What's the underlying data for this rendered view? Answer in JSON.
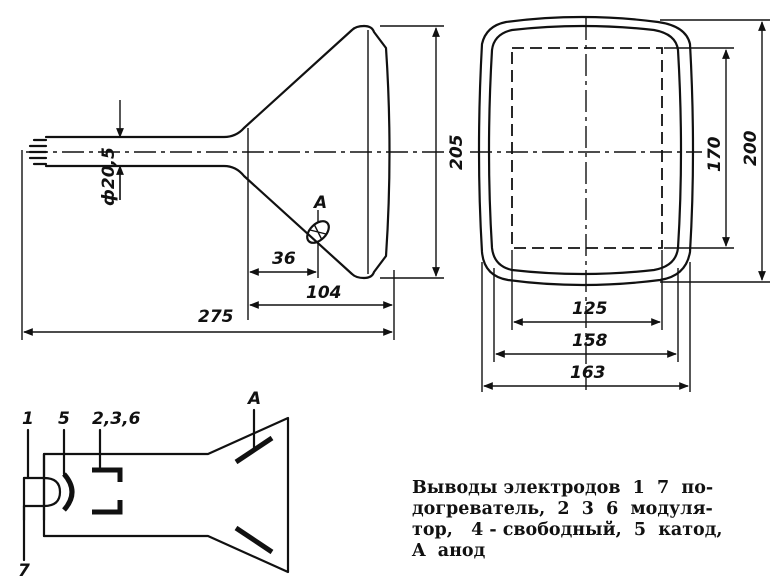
{
  "side_view": {
    "dimensions": {
      "neck_diameter": "ф20,5",
      "height": "205",
      "anode_offset": "36",
      "cone_length": "104",
      "total_length": "275"
    },
    "anode_label": "A"
  },
  "front_view": {
    "dimensions": {
      "screen_height": "170",
      "bulb_height": "200",
      "screen_width": "125",
      "frame_width": "158",
      "bulb_width": "163"
    }
  },
  "schematic": {
    "pin_labels": [
      "1",
      "5",
      "2,3,6",
      "7"
    ],
    "anode_label": "A"
  },
  "caption": {
    "lines": [
      "Выводы электродов  1  7  по-",
      "догреватель,  2  3  6  модуля-",
      "тор,   4 - свободный,  5  катод,",
      "A  анод"
    ]
  }
}
